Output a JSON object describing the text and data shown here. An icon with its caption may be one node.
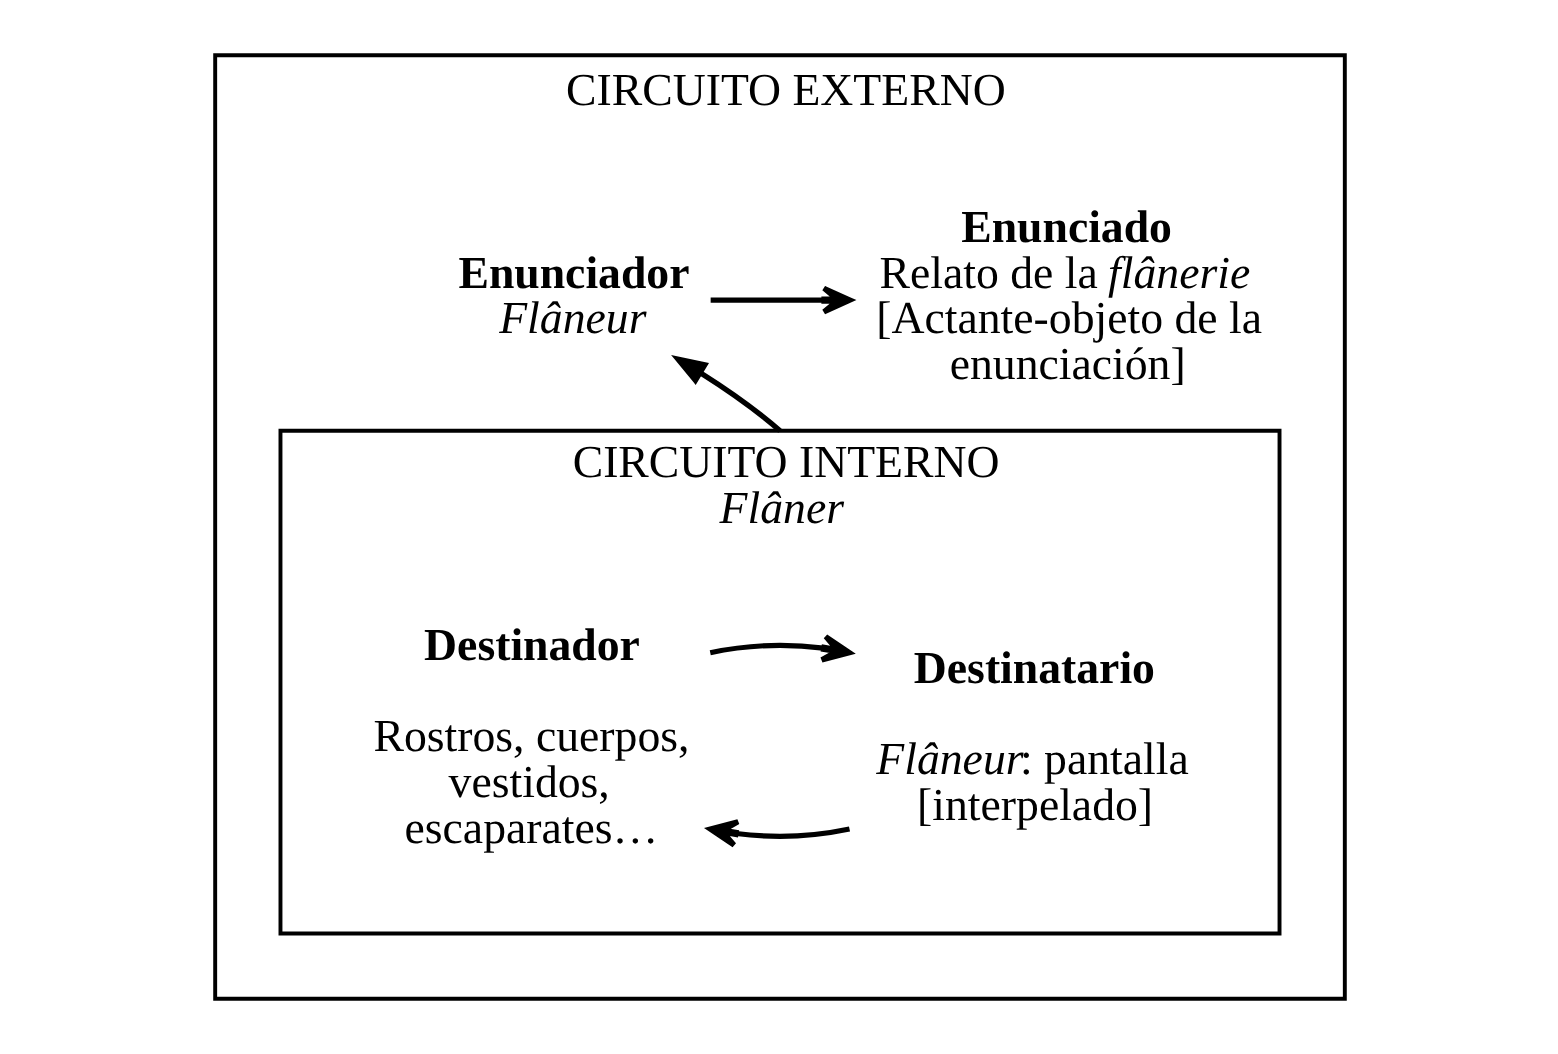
{
  "diagram": {
    "nodes": [
      {
        "text": [
          "CIRCUITO EXTERNO"
        ]
      },
      {
        "text": [
          "Enunciador",
          "Flâneur"
        ],
        "in": 0
      },
      {
        "text": [
          "Enunciado",
          "Relato de la *flânerie* [Actante-objeto de la enunciación]"
        ],
        "in": 0
      },
      {
        "text": [
          "CIRCUITO INTERNO",
          "Flâner"
        ],
        "in": 0
      },
      {
        "text": [
          "Destinatario",
          "*Flâneur*: pantalla [interpelado]"
        ],
        "in": 3
      },
      {
        "text": [
          "Destinador",
          "Rostros, cuerpos, vestidos, escaparates…"
        ],
        "in": 3
      }
    ],
    "edges": [
      {
        "from": 1,
        "to": 2,
        "arrow": "to"
      },
      {
        "from": 3,
        "to": 1,
        "arrow": "to"
      },
      {
        "from": 4,
        "to": 5,
        "arrow": "to"
      },
      {
        "from": 5,
        "to": 4,
        "arrow": "to"
      }
    ]
  }
}
